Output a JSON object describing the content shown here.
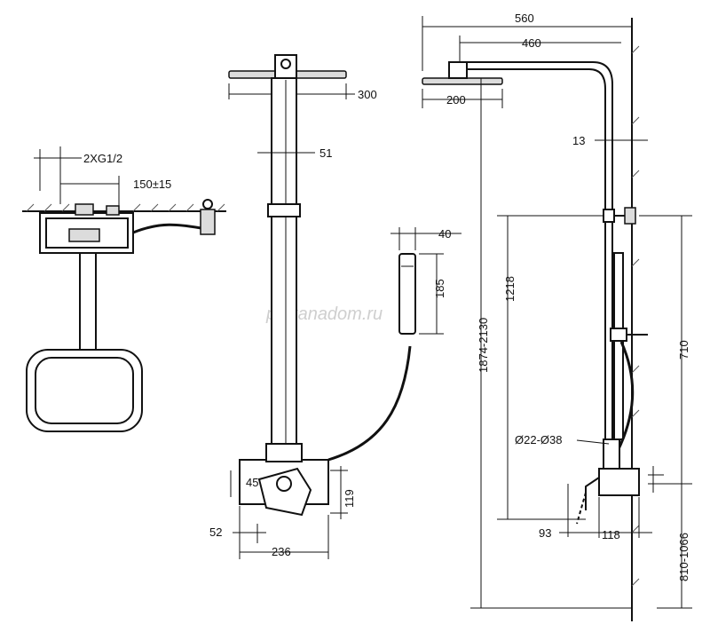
{
  "watermark": "plitkanadom.ru",
  "dimensions": {
    "two_g": "2XG1/2",
    "spacing": "150±15",
    "head_side": "300",
    "pipe": "51",
    "hand_w": "40",
    "hand_l": "185",
    "mixer_h": "45",
    "mixer_119": "119",
    "mixer_52": "52",
    "mixer_236": "236",
    "total_560": "560",
    "arm_460": "460",
    "head_200": "200",
    "wall_13": "13",
    "h_1218": "1218",
    "h_range": "1874-2130",
    "h_710": "710",
    "diam": "Ø22-Ø38",
    "d_93": "93",
    "d_118": "118",
    "h_810": "810-1066"
  }
}
